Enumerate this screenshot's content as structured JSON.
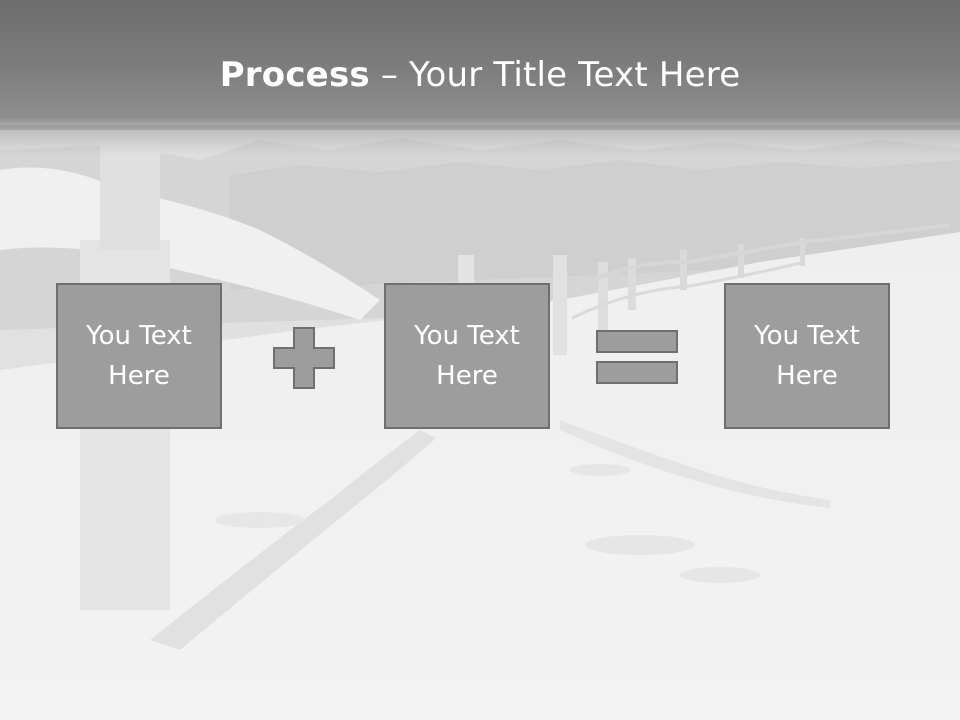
{
  "slide": {
    "title_bold": "Process",
    "title_rest": " – Your Title Text Here"
  },
  "process": {
    "boxes": [
      "You Text Here",
      "You Text Here",
      "You Text Here"
    ],
    "operators": [
      "plus",
      "equals"
    ]
  },
  "colors": {
    "title_bar": "#777777",
    "box_fill": "#9d9d9d",
    "box_border": "#6f6f6f",
    "text": "#ffffff",
    "background": "#e9e9e9"
  },
  "icons": [
    "plus-icon",
    "equals-icon"
  ]
}
